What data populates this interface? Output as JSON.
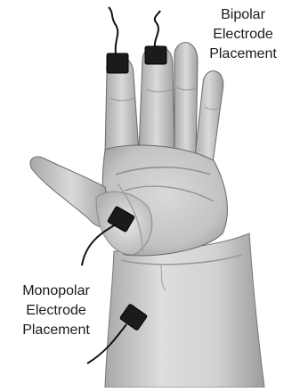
{
  "labels": {
    "bipolar": [
      "Bipolar",
      "Electrode",
      "Placement"
    ],
    "monopolar": [
      "Monopolar",
      "Electrode",
      "Placement"
    ]
  },
  "colors": {
    "skin_light": "#e2e2e2",
    "skin_mid": "#bdbdbd",
    "skin_shadow": "#8f8f8f",
    "outline": "#6a6a6a",
    "electrode": "#1b1b1b",
    "wire": "#111111"
  },
  "icons": {
    "bipolar_electrodes": "electrode-pad",
    "monopolar_electrodes": "electrode-pad"
  }
}
